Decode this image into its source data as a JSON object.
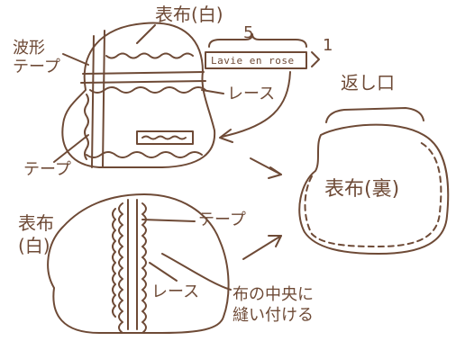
{
  "colors": {
    "ink": "#6e4a36",
    "paper": "#ffffff"
  },
  "top_pouch": {
    "label_fabric": "表布(白)",
    "label_wavy_tape": "波形\nテープ",
    "label_lace": "レース",
    "label_tape": "テープ",
    "tag_text": "Lavie en rose",
    "tag_width": "5",
    "tag_height": "1"
  },
  "right_pouch": {
    "label_opening": "返し口",
    "label_fabric_back": "表布(裏)"
  },
  "bottom_pouch": {
    "label_fabric": "表布\n(白)",
    "label_tape": "テープ",
    "label_lace": "レース",
    "note": "布の中央に\n縫い付ける"
  },
  "icons": [
    "arrow-right-icon",
    "arrow-right-icon",
    "curved-arrow-icon"
  ]
}
